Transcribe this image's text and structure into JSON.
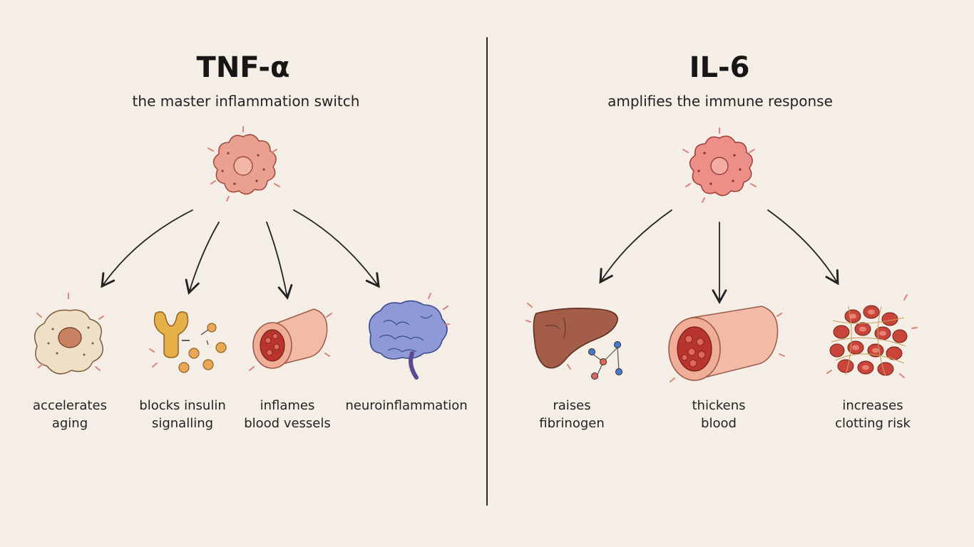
{
  "left": {
    "title": "TNF-α",
    "subtitle": "the master inflammation switch",
    "effects": [
      {
        "line1": "accelerates",
        "line2": "aging"
      },
      {
        "line1": "blocks insulin",
        "line2": "signalling"
      },
      {
        "line1": "inflames",
        "line2": "blood vessels"
      },
      {
        "line1": "neuroinflammation",
        "line2": ""
      }
    ]
  },
  "right": {
    "title": "IL-6",
    "subtitle": "amplifies the immune response",
    "effects": [
      {
        "line1": "raises",
        "line2": "fibrinogen"
      },
      {
        "line1": "thickens",
        "line2": "blood"
      },
      {
        "line1": "increases",
        "line2": "clotting risk"
      }
    ]
  },
  "colors": {
    "background": "#f5eee6",
    "ink": "#222222",
    "cell": "#e89a8c",
    "vessel": "#f0b7a4",
    "brain": "#8d9ad6",
    "liver": "#a45d48",
    "antibody": "#e7b049"
  }
}
